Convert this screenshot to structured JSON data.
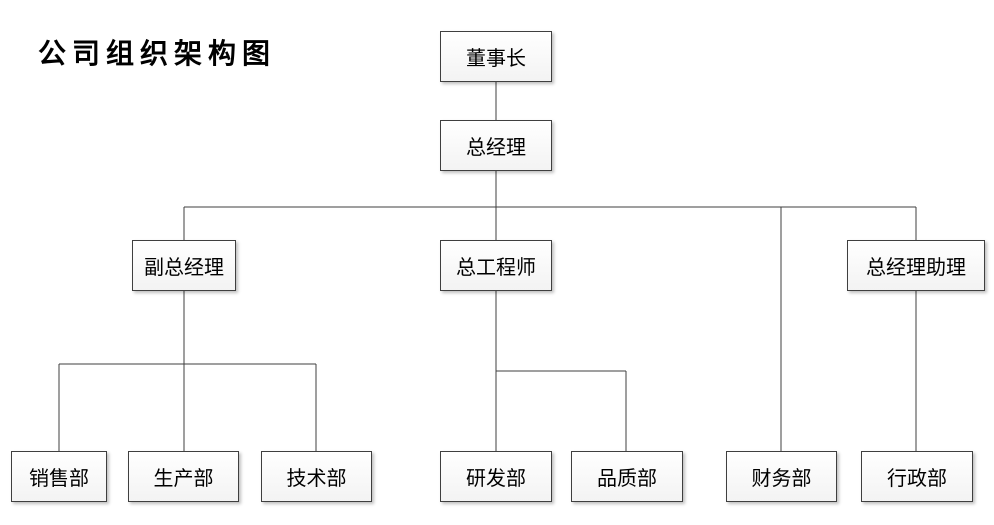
{
  "title": "公司组织架构图",
  "nodes": {
    "chairman": "董事长",
    "general_manager": "总经理",
    "deputy_general_manager": "副总经理",
    "chief_engineer": "总工程师",
    "gm_assistant": "总经理助理",
    "sales": "销售部",
    "production": "生产部",
    "technology": "技术部",
    "rnd": "研发部",
    "quality": "品质部",
    "finance": "财务部",
    "administration": "行政部"
  },
  "colors": {
    "line": "#3f3f3f",
    "box_border": "#3f3f3f",
    "box_fill": "#f3f3f3"
  }
}
